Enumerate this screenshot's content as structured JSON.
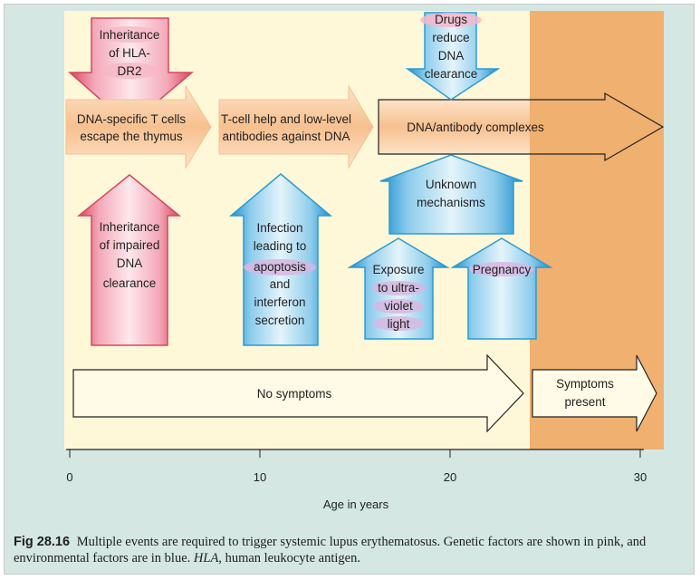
{
  "diagram": {
    "pink_top": [
      "Inheritance",
      "of HLA-",
      "DR2"
    ],
    "arrow1": [
      "DNA-specific T cells",
      "escape the thymus"
    ],
    "arrow2": [
      "T-cell help and low-level",
      "antibodies against DNA"
    ],
    "arrow3": "DNA/antibody complexes",
    "drugs": [
      "Drugs",
      "reduce",
      "DNA",
      "clearance"
    ],
    "pink_bottom": [
      "Inheritance",
      "of impaired",
      "DNA",
      "clearance"
    ],
    "infection": [
      "Infection",
      "leading to",
      "apoptosis",
      "and",
      "interferon",
      "secretion"
    ],
    "unknown": [
      "Unknown",
      "mechanisms"
    ],
    "uv": [
      "Exposure",
      "to ultra-",
      "violet",
      "light"
    ],
    "pregnancy": "Pregnancy",
    "no_symptoms": "No symptoms",
    "symptoms": [
      "Symptoms",
      "present"
    ],
    "colors": {
      "genetic": "#e0607e",
      "environmental": "#2b9bd3",
      "process": "#f7c89b",
      "symptomatic_zone": "#f0b070",
      "asymptomatic_zone": "#fff8d8"
    }
  },
  "axis": {
    "ticks": [
      "0",
      "10",
      "20",
      "30"
    ],
    "label": "Age in years"
  },
  "caption": {
    "fig": "Fig 28.16",
    "text": "Multiple events are required to trigger systemic lupus erythematosus. Genetic factors are shown in pink, and environmental factors are in blue.",
    "abbr": "HLA,",
    "rest": "human leukocyte antigen."
  }
}
